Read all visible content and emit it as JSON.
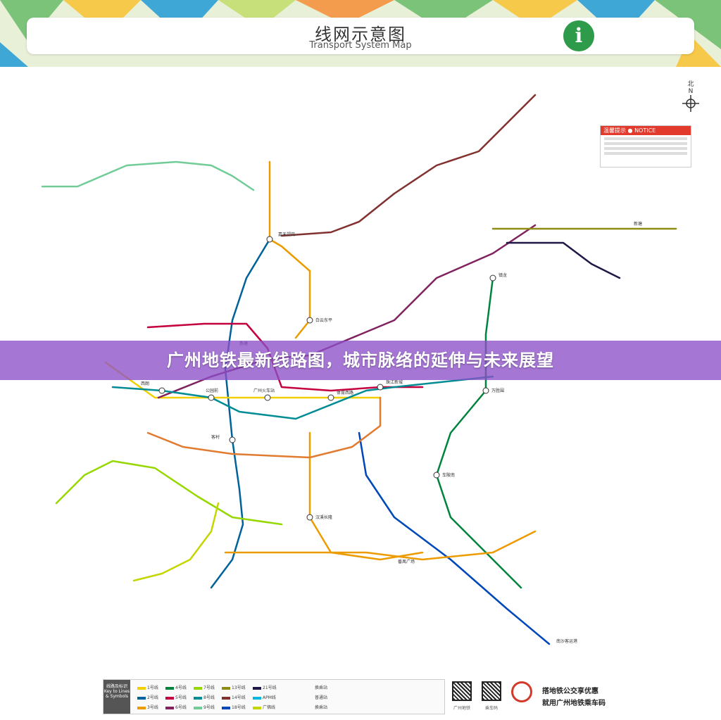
{
  "header": {
    "title_zh": "线网示意图",
    "title_en": "Transport System Map",
    "info_label": "i"
  },
  "banner": {
    "text": "广州地铁最新线路图，城市脉络的延伸与未来展望"
  },
  "compass": {
    "north": "北",
    "north_en": "N"
  },
  "notice": {
    "title": "温馨提示 ● NOTICE"
  },
  "colors": {
    "line1": "#f2cf00",
    "line2": "#00629b",
    "line3": "#ec9b00",
    "line4": "#00843d",
    "line5": "#c5003e",
    "line6": "#80225f",
    "line7": "#97d700",
    "line8": "#008c95",
    "line9": "#71cc98",
    "line13": "#8e8c13",
    "line14": "#81312f",
    "line18": "#0047ba",
    "line21": "#201747",
    "apm": "#00b5e2",
    "gf": "#c4d600",
    "banner": "#8c50c8"
  },
  "stations": [
    {
      "name": "白云东平",
      "key": "a"
    },
    {
      "name": "嘉禾望岗",
      "key": "b"
    },
    {
      "name": "广州火车站",
      "key": "c"
    },
    {
      "name": "公园前",
      "key": "d"
    },
    {
      "name": "体育西路",
      "key": "e"
    },
    {
      "name": "珠江新城",
      "key": "f"
    },
    {
      "name": "客村",
      "key": "g"
    },
    {
      "name": "万胜围",
      "key": "h"
    },
    {
      "name": "车陂南",
      "key": "i"
    },
    {
      "name": "燕塘",
      "key": "j"
    },
    {
      "name": "汉溪长隆",
      "key": "k"
    },
    {
      "name": "番禺广场",
      "key": "l"
    },
    {
      "name": "西朗",
      "key": "m"
    },
    {
      "name": "镇龙",
      "key": "n"
    },
    {
      "name": "新塘",
      "key": "o"
    },
    {
      "name": "南沙客运港",
      "key": "p"
    }
  ],
  "legend": {
    "key_label": "线路及标识 Key to Lines & Symbols",
    "items": [
      "1号线",
      "2号线",
      "3号线",
      "4号线",
      "5号线",
      "6号线",
      "7号线",
      "8号线",
      "9号线",
      "13号线",
      "14号线",
      "18号线",
      "21号线",
      "APM线",
      "广佛线",
      "换乘站",
      "普通站",
      "换乘站"
    ]
  },
  "promo": {
    "line1": "搭地铁公交享优惠",
    "line2": "就用广州地铁乘车码",
    "qr1_caption": "广州地铁",
    "qr2_caption": "乘车码"
  }
}
